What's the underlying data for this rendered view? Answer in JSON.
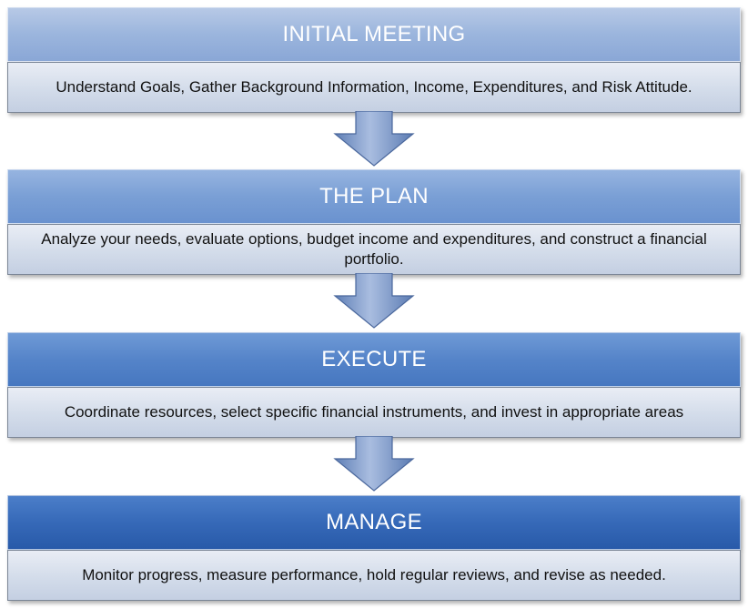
{
  "steps": [
    {
      "title": "INITIAL MEETING",
      "description": "Understand Goals, Gather Background Information, Income, Expenditures, and Risk Attitude."
    },
    {
      "title": "THE PLAN",
      "description": "Analyze your needs, evaluate options, budget income and expenditures, and construct a financial portfolio."
    },
    {
      "title": "EXECUTE",
      "description": "Coordinate resources, select specific financial instruments, and invest in appropriate areas"
    },
    {
      "title": "MANAGE",
      "description": "Monitor progress, measure performance, hold regular reviews, and revise as needed."
    }
  ],
  "arrows": [
    {
      "from": "INITIAL MEETING",
      "to": "THE PLAN",
      "icon": "down-arrow-icon"
    },
    {
      "from": "THE PLAN",
      "to": "EXECUTE",
      "icon": "down-arrow-icon"
    },
    {
      "from": "EXECUTE",
      "to": "MANAGE",
      "icon": "down-arrow-icon"
    }
  ],
  "colors": {
    "header_light": "#9bb5dd",
    "header_mid": "#7a9fd5",
    "header_dark": "#3669b8",
    "body_fill": "#d3dcea",
    "arrow_fill": "#7e99c7"
  }
}
